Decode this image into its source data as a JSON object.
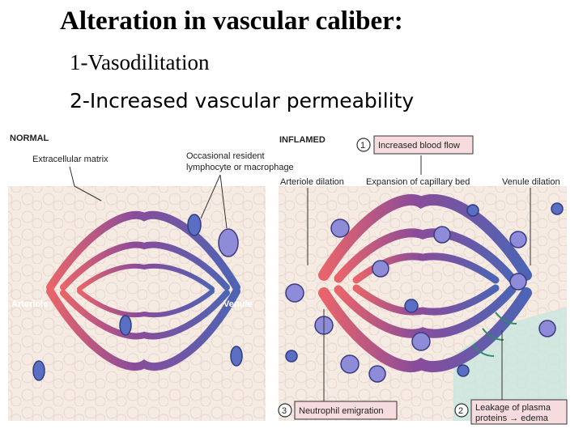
{
  "title": "Alteration in vascular caliber:",
  "bullets": [
    "1-Vasodilitation",
    "2-Increased vascular permeability"
  ],
  "figure": {
    "normal": {
      "heading": "NORMAL",
      "extracellular_matrix": "Extracellular matrix",
      "resident_cell_line1": "Occasional resident",
      "resident_cell_line2": "lymphocyte or macrophage",
      "arteriole": "Arteriole",
      "venule": "Venule"
    },
    "inflamed": {
      "heading": "INFLAMED",
      "arteriole_dilation": "Arteriole dilation",
      "capillary_expansion": "Expansion of capillary bed",
      "venule_dilation": "Venule dilation",
      "callouts": [
        {
          "number": "1",
          "text": "Increased blood flow"
        },
        {
          "number": "2",
          "line1": "Leakage of plasma",
          "line2": "proteins → edema"
        },
        {
          "number": "3",
          "text": "Neutrophil emigration"
        }
      ]
    },
    "colors": {
      "artery": "#e8646a",
      "vein": "#4d64b4",
      "capillary": "#7a4d9a",
      "tissue": "#f6ebe3",
      "edema": "#c9e6df",
      "callout_fill": "#f7dcdf"
    }
  }
}
